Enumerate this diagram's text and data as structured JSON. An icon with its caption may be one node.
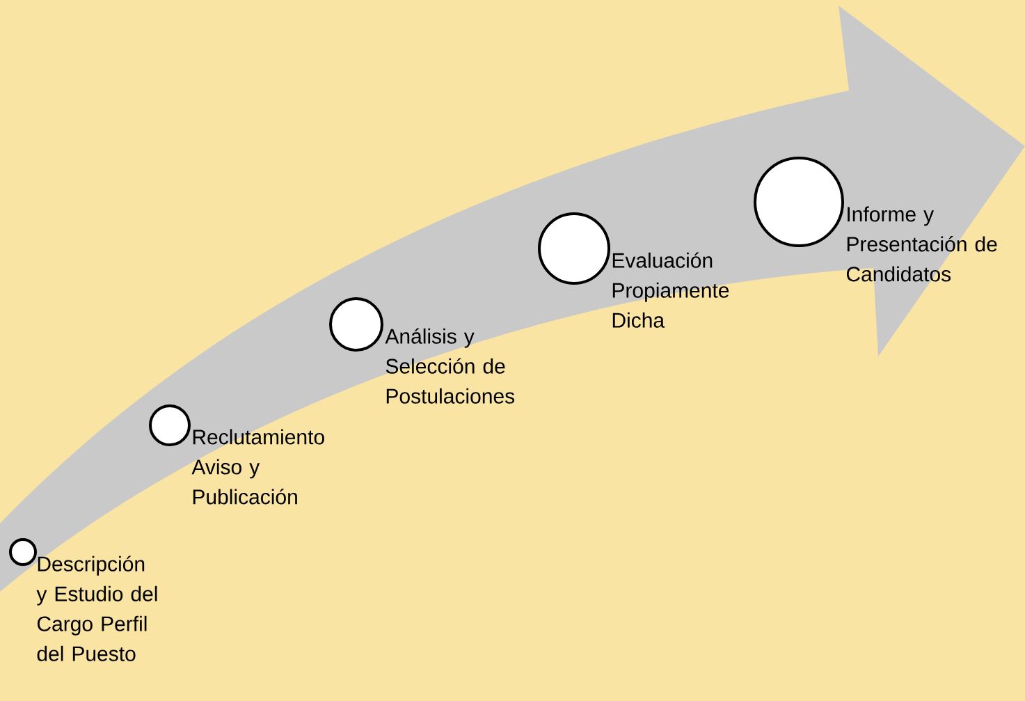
{
  "diagram": {
    "nodes": [
      {
        "text": [],
        "shape": "circle",
        "beside": [
          "Descripción y Estudio del Cargo Perfil del Puesto"
        ]
      },
      {
        "text": [],
        "shape": "circle",
        "beside": [
          "Reclutamiento Aviso y Publicación"
        ]
      },
      {
        "text": [],
        "shape": "circle",
        "beside": [
          "Análisis y Selección de Postulaciones"
        ]
      },
      {
        "text": [],
        "shape": "circle",
        "beside": [
          "Evaluación Propiamente Dicha"
        ]
      },
      {
        "text": [],
        "shape": "circle",
        "beside": [
          "Informe y Presentación de Candidatos"
        ]
      }
    ]
  }
}
